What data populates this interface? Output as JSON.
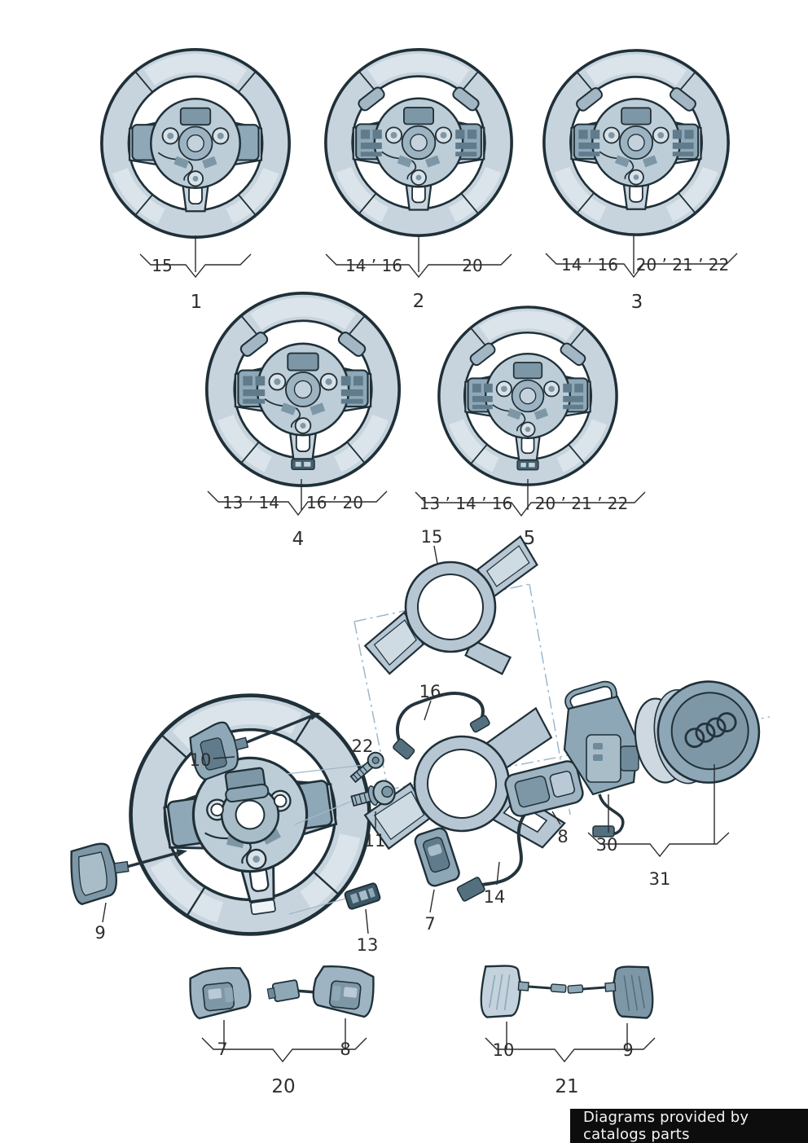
{
  "footer": {
    "credit": "Diagrams provided by catalogs parts"
  },
  "colors": {
    "rim_light": "#c7d4de",
    "mid": "#a9bdc9",
    "dark": "#7e97a6",
    "deep": "#5f7b8c",
    "outline": "#1f3038",
    "dashline": "#9db8ca",
    "footer_bg": "#0d0d0d",
    "footer_text": "#f4f4f4"
  },
  "wheels": [
    {
      "num": "1",
      "codes_left": "15",
      "codes_right": ""
    },
    {
      "num": "2",
      "codes_left": "14 ’ 16",
      "codes_right": "20"
    },
    {
      "num": "3",
      "codes_left": "14 ’ 16",
      "codes_right": "20 ’ 21 ’ 22"
    },
    {
      "num": "4",
      "codes_left": "13 ’ 14",
      "codes_right": "16 ’ 20"
    },
    {
      "num": "5",
      "codes_left": "13 ’ 14 ’ 16",
      "codes_right": "20 ’ 21 ’ 22"
    }
  ],
  "parts": {
    "trim_cover": "15",
    "wiring_harness": "16",
    "screw": "22",
    "hex_bolt": "11",
    "shift_paddle_right": "10",
    "shift_paddle_left": "9",
    "badge_clip": "13",
    "switch_left": "7",
    "trim_frame": "14",
    "switch_right": "8",
    "mounting_bracket": "30",
    "airbag_group": "31"
  },
  "groups": [
    {
      "num": "20",
      "items": [
        "7",
        "8"
      ]
    },
    {
      "num": "21",
      "items": [
        "10",
        "9"
      ]
    }
  ]
}
